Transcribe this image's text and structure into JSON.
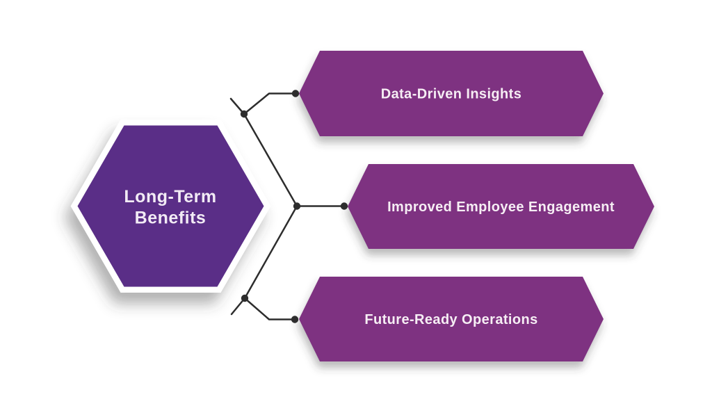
{
  "page": {
    "background": "#ffffff"
  },
  "diagram": {
    "center_hexagon": {
      "label_line1": "Long-Term",
      "label_line2": "Benefits",
      "fill": "#5a2e87",
      "border_color": "#ffffff",
      "text_color": "#f2ebf5"
    },
    "banners": [
      {
        "label": "Data-Driven Insights"
      },
      {
        "label": "Improved Employee Engagement"
      },
      {
        "label": "Future-Ready Operations"
      }
    ],
    "banner_fill": "#7e3381",
    "banner_text_color": "#f6eef4",
    "connector_color": "#2d2d2d"
  }
}
